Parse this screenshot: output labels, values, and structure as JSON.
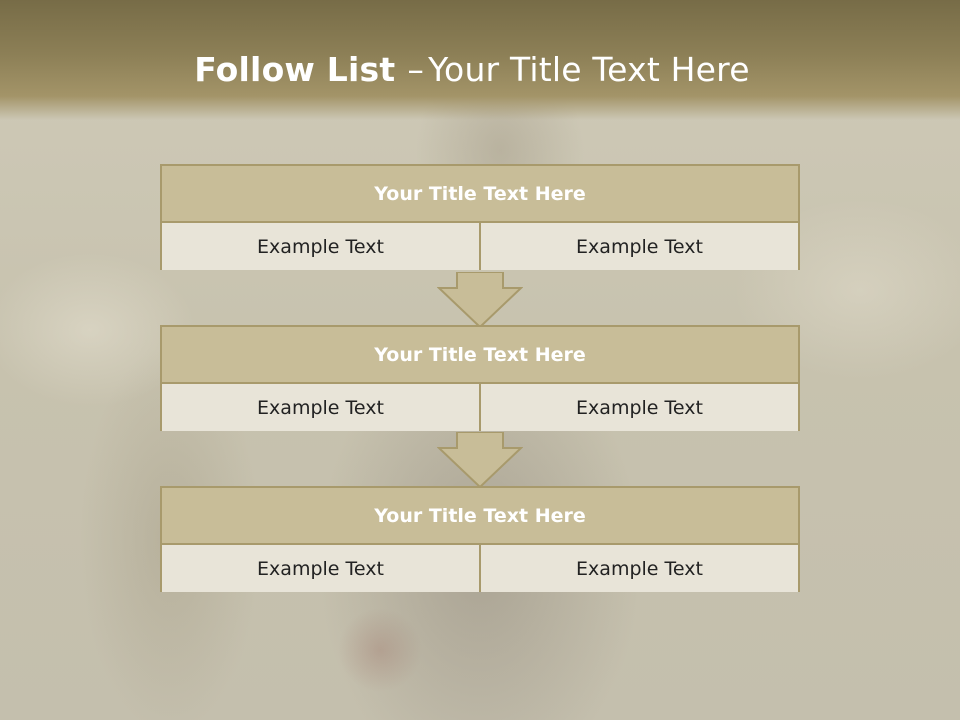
{
  "slide": {
    "title_bold": "Follow List",
    "title_separator": "–",
    "title_rest": "Your Title Text Here"
  },
  "groups": [
    {
      "title": "Your Title Text Here",
      "cells": [
        "Example Text",
        "Example Text"
      ]
    },
    {
      "title": "Your Title Text Here",
      "cells": [
        "Example Text",
        "Example Text"
      ]
    },
    {
      "title": "Your Title Text Here",
      "cells": [
        "Example Text",
        "Example Text"
      ]
    }
  ],
  "colors": {
    "header": "#8c7f56",
    "box_title": "#c8bd98",
    "box_border": "#a89a6c",
    "box_cell": "#e8e4d8",
    "arrow": "#c8bd98"
  },
  "icons": [
    "down-arrow-icon",
    "down-arrow-icon"
  ]
}
